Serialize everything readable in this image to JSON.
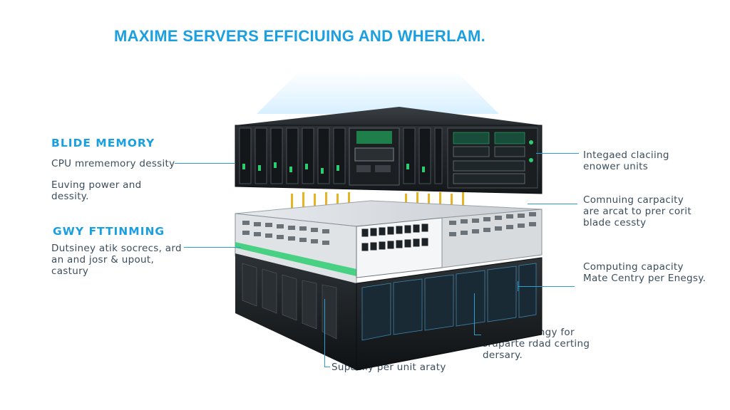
{
  "title": "MAXIME SERVERS EFFICIUING AND WHERLAM.",
  "colors": {
    "accent": "#1a9fe0",
    "label_text": "#3b4d5c",
    "line": "#2a9fd6",
    "chassis_dark": "#24282c",
    "green_led": "#2ecc71",
    "gold_pins": "#e6b422"
  },
  "left": {
    "section1": {
      "heading": "BLIDE MEMORY",
      "label1": "CPU mrememory dessity",
      "label2": "Euving power and dessity."
    },
    "section2": {
      "heading": "GWY FTTINMING",
      "label": "Dutsiney atik socrecs, ard an and josr & upout, castury"
    }
  },
  "right": {
    "label1": "Integaed claciing enower units",
    "label2": "Comnuing carpacity are arcat to prer corit blade cessty",
    "label3": "Computing capacity Mate Centry per Enegsy."
  },
  "bottom": {
    "label1": "True to dalingy for sruparte rdad certing dersary.",
    "label2": "Supacily per unit araty"
  }
}
